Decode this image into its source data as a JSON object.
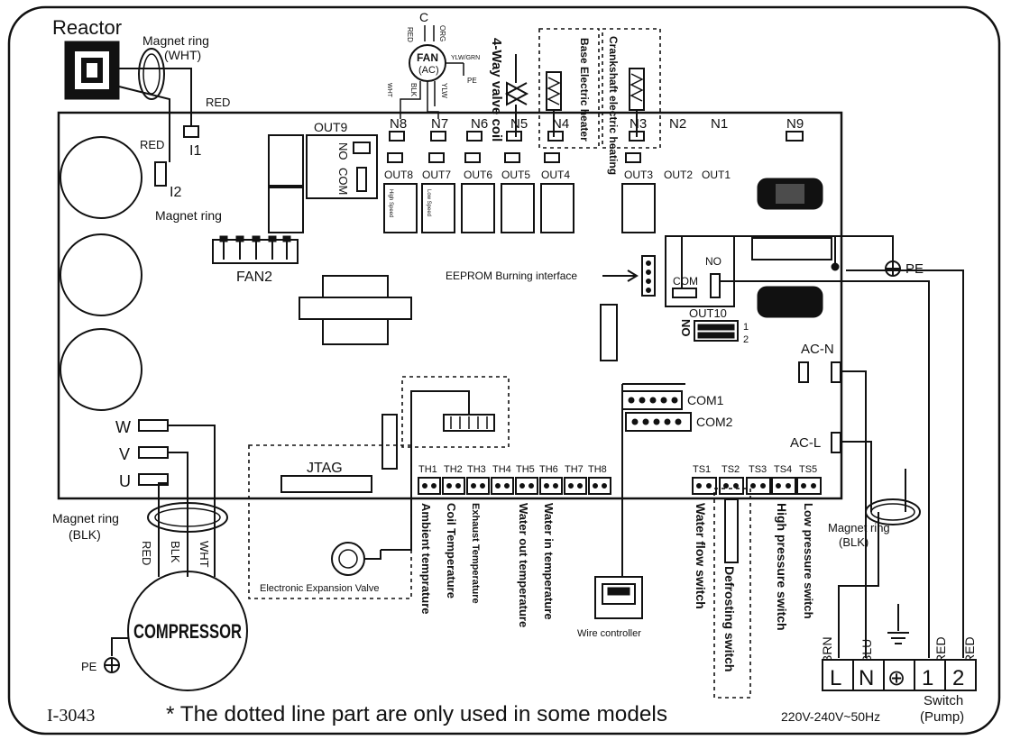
{
  "diagram": {
    "model_code": "I-3043",
    "footnote": "* The dotted line part are only used in some models",
    "reactor": "Reactor",
    "magnet_ring_wht_1": "Magnet ring",
    "magnet_ring_wht_2": "(WHT)",
    "magnet_ring": "Magnet ring",
    "magnet_ring_blk_left_1": "Magnet ring",
    "magnet_ring_blk_left_2": "(BLK)",
    "magnet_ring_blk_right_1": "Magnet ring",
    "magnet_ring_blk_right_2": "(BLK)",
    "red": "RED",
    "i1": "I1",
    "i2": "I2",
    "fan_ac": {
      "c": "C",
      "red": "RED",
      "org": "ORG",
      "fan": "FAN",
      "ac": "(AC)",
      "ylw_grn": "YLW/GRN",
      "pe": "PE",
      "blk": "BLK",
      "ylw": "YLW",
      "wht": "WHT"
    },
    "valve_4way": "4-Way valve coil",
    "base_heater": "Base Electric heater",
    "crank_heater": "Crankshaft electric heating",
    "n_terminals": [
      "N8",
      "N7",
      "N6",
      "N5",
      "N4",
      "N3",
      "N2",
      "N1",
      "N9"
    ],
    "out9": "OUT9",
    "no": "NO",
    "com": "COM",
    "out_labels": [
      "OUT8",
      "OUT7",
      "OUT6",
      "OUT5",
      "OUT4",
      "OUT3",
      "OUT2",
      "OUT1"
    ],
    "high_speed": "High Speed",
    "low_speed": "Low Speed",
    "fan2": "FAN2",
    "eeprom": "EEPROM Burning interface",
    "out10": "OUT10",
    "out10_pins": [
      "1",
      "2"
    ],
    "pe": "PE",
    "ac_n": "AC-N",
    "ac_l": "AC-L",
    "com1": "COM1",
    "com2": "COM2",
    "jtag": "JTAG",
    "w": "W",
    "v": "V",
    "u": "U",
    "compressor_wires": [
      "RED",
      "BLK",
      "WHT"
    ],
    "compressor": "COMPRESSOR",
    "pe_compressor": "PE",
    "eev": "Electronic Expansion Valve",
    "th_labels": [
      "TH1",
      "TH2",
      "TH3",
      "TH4",
      "TH5",
      "TH6",
      "TH7",
      "TH8"
    ],
    "th_sensors": [
      "Ambient temprature",
      "Coil Temperature",
      "Exhaust Temperature",
      "Water out temperature",
      "Water in temperature"
    ],
    "wire_controller": "Wire controller",
    "ts_labels": [
      "TS1",
      "TS2",
      "TS3",
      "TS4",
      "TS5"
    ],
    "ts_switches": [
      "Water flow switch",
      "Defrosting switch",
      "High pressure switch",
      "Low pressure switch"
    ],
    "terminal_wires": [
      "BRN",
      "BLU",
      "RED",
      "RED"
    ],
    "terminal_labels": [
      "L",
      "N",
      "⊕",
      "1",
      "2"
    ],
    "supply": "220V-240V~50Hz",
    "switch_1": "Switch",
    "switch_2": "(Pump)"
  }
}
